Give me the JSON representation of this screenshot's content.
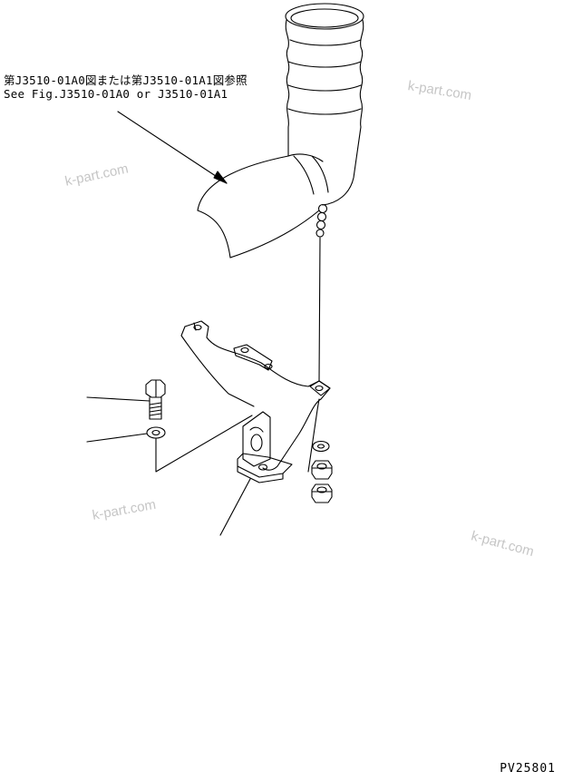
{
  "notes": {
    "line_jp": "第J3510-01A0図または第J3510-01A1図参照",
    "line_en": "See Fig.J3510-01A0 or J3510-01A1"
  },
  "watermarks": [
    "k-part.com",
    "k-part.com",
    "k-part.com",
    "k-part.com"
  ],
  "drawing_code": "PV25801"
}
